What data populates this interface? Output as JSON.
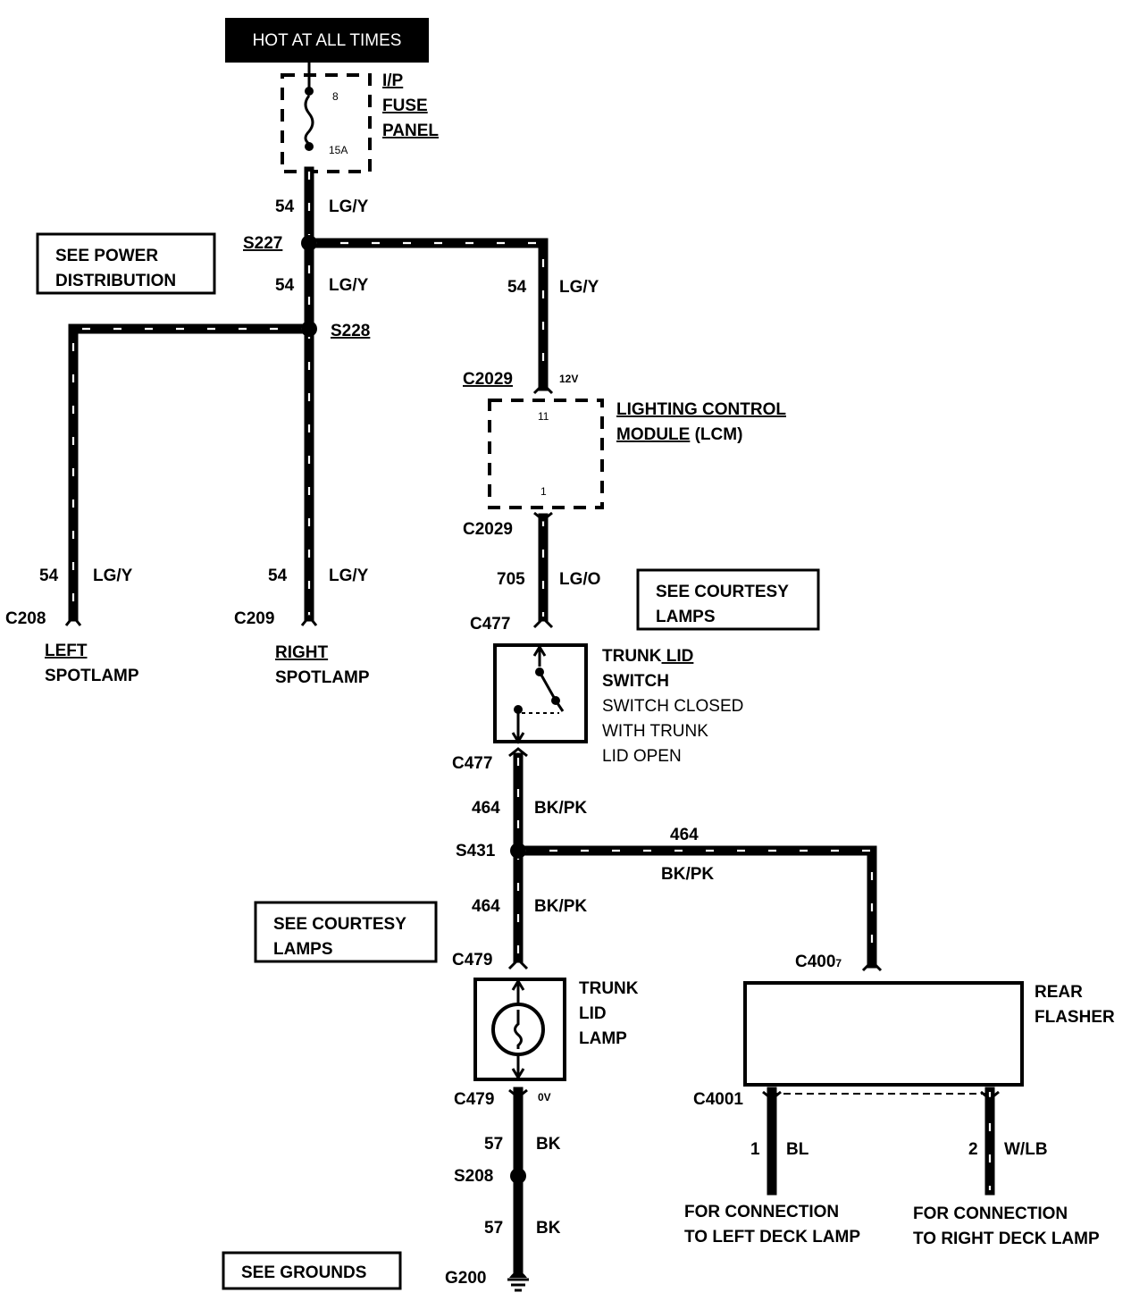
{
  "power_source": {
    "label": "HOT AT ALL TIMES"
  },
  "fuse_panel": {
    "line1": "I/P",
    "line2": "FUSE",
    "line3": "PANEL",
    "fuse_number": "8",
    "fuse_rating": "15A"
  },
  "notes": {
    "power_distribution": [
      "SEE POWER",
      "DISTRIBUTION"
    ],
    "courtesy_lamps_1": [
      "SEE COURTESY",
      "LAMPS"
    ],
    "courtesy_lamps_2": [
      "SEE COURTESY",
      "LAMPS"
    ],
    "grounds": "SEE GROUNDS"
  },
  "splices": {
    "s227": "S227",
    "s228": "S228",
    "s431": "S431",
    "s208": "S208"
  },
  "circuits": {
    "c54": "54",
    "lgy": "LG/Y",
    "c705": "705",
    "lgo": "LG/O",
    "c464": "464",
    "bkpk": "BK/PK",
    "c57": "57",
    "bk": "BK",
    "pin1": "1",
    "bl": "BL",
    "pin2": "2",
    "wlb": "W/LB"
  },
  "connectors": {
    "c208": "C208",
    "c209": "C209",
    "c2029": "C2029",
    "c477": "C477",
    "c479": "C479",
    "c4007": "C400",
    "c4007_suffix": "7",
    "c4001": "C4001",
    "g200": "G200"
  },
  "voltages": {
    "v12": "12V",
    "v0": "0V"
  },
  "lcm": {
    "line1": "LIGHTING CONTROL",
    "line2a": "MODULE",
    "line2b": " (LCM)",
    "pin_top": "11",
    "pin_bottom": "1"
  },
  "trunk_switch": {
    "line1a": "TRUNK",
    "line1b": " LID",
    "line2": "SWITCH",
    "line3": "SWITCH CLOSED",
    "line4": "WITH TRUNK",
    "line5": "LID OPEN"
  },
  "trunk_lamp": {
    "line1": "TRUNK",
    "line2": "LID",
    "line3": "LAMP"
  },
  "rear_flasher": {
    "line1": "REAR",
    "line2": "FLASHER"
  },
  "spotlamps": {
    "left": [
      "LEFT",
      "SPOTLAMP"
    ],
    "right": [
      "RIGHT",
      "SPOTLAMP"
    ]
  },
  "deck_lamps": {
    "left": [
      "FOR CONNECTION",
      "TO LEFT DECK LAMP"
    ],
    "right": [
      "FOR CONNECTION",
      "TO RIGHT DECK LAMP"
    ]
  }
}
